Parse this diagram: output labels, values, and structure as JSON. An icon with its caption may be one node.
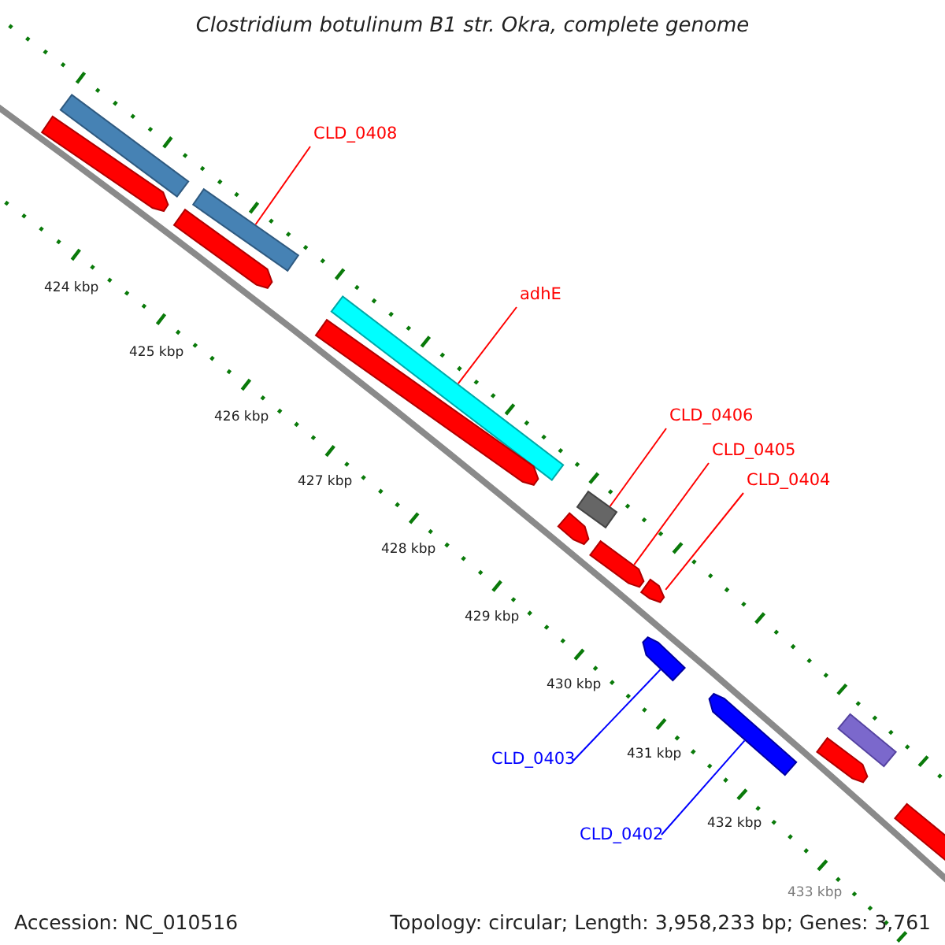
{
  "diagram": {
    "title": "Clostridium botulinum B1 str. Okra, complete genome",
    "nodes": [
      {
        "text": [
          "CLD_0408"
        ]
      },
      {
        "text": [],
        "shape": "bar"
      },
      {
        "text": [
          "adhE"
        ]
      },
      {
        "text": [],
        "shape": "bar"
      },
      {
        "text": [
          "CLD_0406"
        ]
      },
      {
        "text": [],
        "shape": "box"
      },
      {
        "text": [
          "CLD_0405"
        ]
      },
      {
        "text": [],
        "shape": "arrow"
      },
      {
        "text": [
          "CLD_0404"
        ]
      },
      {
        "text": [],
        "shape": "arrow"
      },
      {
        "text": [
          "CLD_0403"
        ]
      },
      {
        "text": [],
        "shape": "arrow"
      },
      {
        "text": [
          "CLD_0402"
        ]
      },
      {
        "text": [],
        "shape": "arrow"
      },
      {
        "text": [],
        "shape": "bar"
      },
      {
        "text": [],
        "shape": "arrow"
      },
      {
        "text": [],
        "shape": "arrow"
      },
      {
        "text": [],
        "shape": "arrow"
      },
      {
        "text": [],
        "shape": "arrow"
      },
      {
        "text": [],
        "shape": "bar"
      },
      {
        "text": [],
        "shape": "arrow"
      },
      {
        "text": [],
        "shape": "arrow"
      }
    ],
    "edges": [
      {
        "from": 0,
        "to": 1,
        "arrow": "none"
      },
      {
        "from": 2,
        "to": 3,
        "arrow": "none"
      },
      {
        "from": 4,
        "to": 5,
        "arrow": "none"
      },
      {
        "from": 6,
        "to": 7,
        "arrow": "none"
      },
      {
        "from": 8,
        "to": 9,
        "arrow": "none"
      },
      {
        "from": 10,
        "to": 11,
        "arrow": "none",
        "color": "#0000ff"
      },
      {
        "from": 12,
        "to": 13,
        "arrow": "none",
        "color": "#0000ff"
      }
    ],
    "labels": [
      "424 kbp",
      "425 kbp",
      "426 kbp",
      "427 kbp",
      "428 kbp",
      "429 kbp",
      "430 kbp",
      "431 kbp",
      "432 kbp",
      "433 kbp",
      "Accession: NC_010516",
      "Topology: circular; Length: 3,958,233 bp; Genes: 3,761"
    ]
  }
}
